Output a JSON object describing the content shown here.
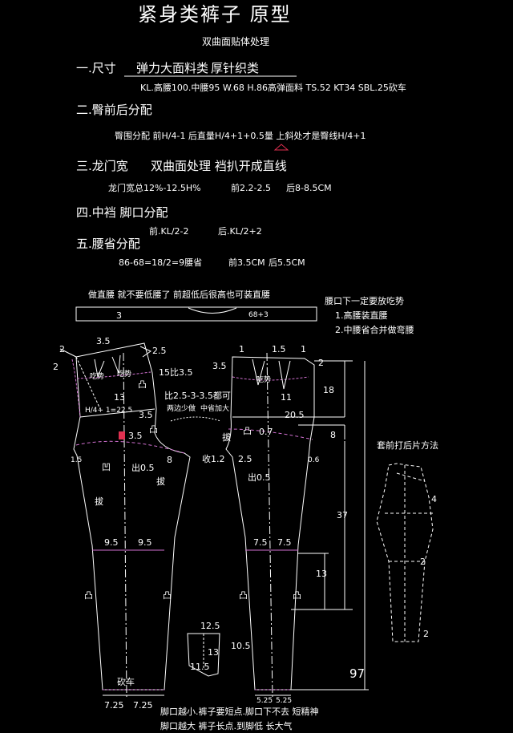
{
  "title": "紧身类裤子   原型",
  "subtitle": "双曲面贴体处理",
  "section1": {
    "heading": "一.尺寸",
    "item1": "弹力大面料类",
    "item2": "厚针织类",
    "specs": "KL.高腰100.中腰95   W.68   H.86高弹面料   TS.52   KT34   SBL.25砍车"
  },
  "section2": {
    "heading": "二.臀前后分配",
    "detail": "臀围分配   前H/4-1   后直量H/4+1+0.5量   上斜处才是臀线H/4+1"
  },
  "section3": {
    "heading": "三.龙门宽",
    "extra": "双曲面处理   裆扒开成直线",
    "detail": "龙门宽总12%-12.5H%",
    "front": "前2.2-2.5",
    "back": "后8-8.5CM"
  },
  "section4": {
    "heading": "四.中裆  脚口分配",
    "front": "前.KL/2-2",
    "back": "后.KL/2+2"
  },
  "section5": {
    "heading": "五.腰省分配",
    "detail": "86-68=18/2=9腰省",
    "front": "前3.5CM",
    "back": "后5.5CM"
  },
  "notes": {
    "straight_waist": "做直腰  就不要低腰了  前超低后很高也可装直腰",
    "waist_under": "腰口下一定要放吃势",
    "note1": "1.高腰装直腰",
    "note2": "2.中腰省合并做弯腰",
    "waistband_left": "3",
    "waistband_right": "68+3",
    "method": "套前打后片方法"
  },
  "front_labels": {
    "d3_5": "3.5",
    "d2_top": "2",
    "d2_5": "2.5",
    "d2_left": "2",
    "dart1": "吃势",
    "dart2": "吃势",
    "d13": "13",
    "d15": "15比3.5",
    "hip": "H/4+ 1=22.5",
    "d3_5b": "3.5",
    "d3_5c": "3.5",
    "d1_5": "1.5",
    "d0_5": "出0.5",
    "d8": "8",
    "d1_2": "收1.2",
    "ratio": "比2.5-3-3.5都可",
    "ratio_a": "两边少做",
    "ratio_b": "中省加大",
    "d9_5a": "9.5",
    "d9_5b": "9.5",
    "hem": "砍车",
    "d7_25a": "7.25",
    "d7_25b": "7.25",
    "pull_l": "拔",
    "pull_r": "拔",
    "push": "凹",
    "convex": "凸",
    "convex2": "凸",
    "convex3": "凸",
    "convex4": "凸"
  },
  "back_labels": {
    "d1": "1",
    "d1_5": "1.5",
    "d1_top": "1",
    "d3_5": "3.5",
    "d2": "2",
    "dart": "吃势",
    "d11": "11",
    "d18": "18",
    "d20_5": "20.5",
    "d0_7": "0.7",
    "d8": "8",
    "d2_5": "2.5",
    "d0_6": "0.6",
    "d0_5": "出0.5",
    "d37": "37",
    "d7_5a": "7.5",
    "d7_5b": "7.5",
    "d13": "13",
    "d97": "97",
    "d5_25a": "5.25",
    "d5_25b": "5.25",
    "pull": "拔",
    "convex": "凸",
    "convex2": "凸",
    "convex3": "凸"
  },
  "pocket": {
    "d12_5": "12.5",
    "d13": "13",
    "d10_5": "10.5",
    "d11_5": "11.5"
  },
  "inset": {
    "d4": "4",
    "d2a": "2",
    "d2b": "2"
  },
  "footer": {
    "line1": "脚口越小.裤子要短点.脚口下不去   短精神",
    "line2": "脚口越大  裤子长点.到脚低  长大气"
  },
  "colors": {
    "line": "#ffffff",
    "accent": "#d070d0",
    "mark": "#e03050"
  }
}
